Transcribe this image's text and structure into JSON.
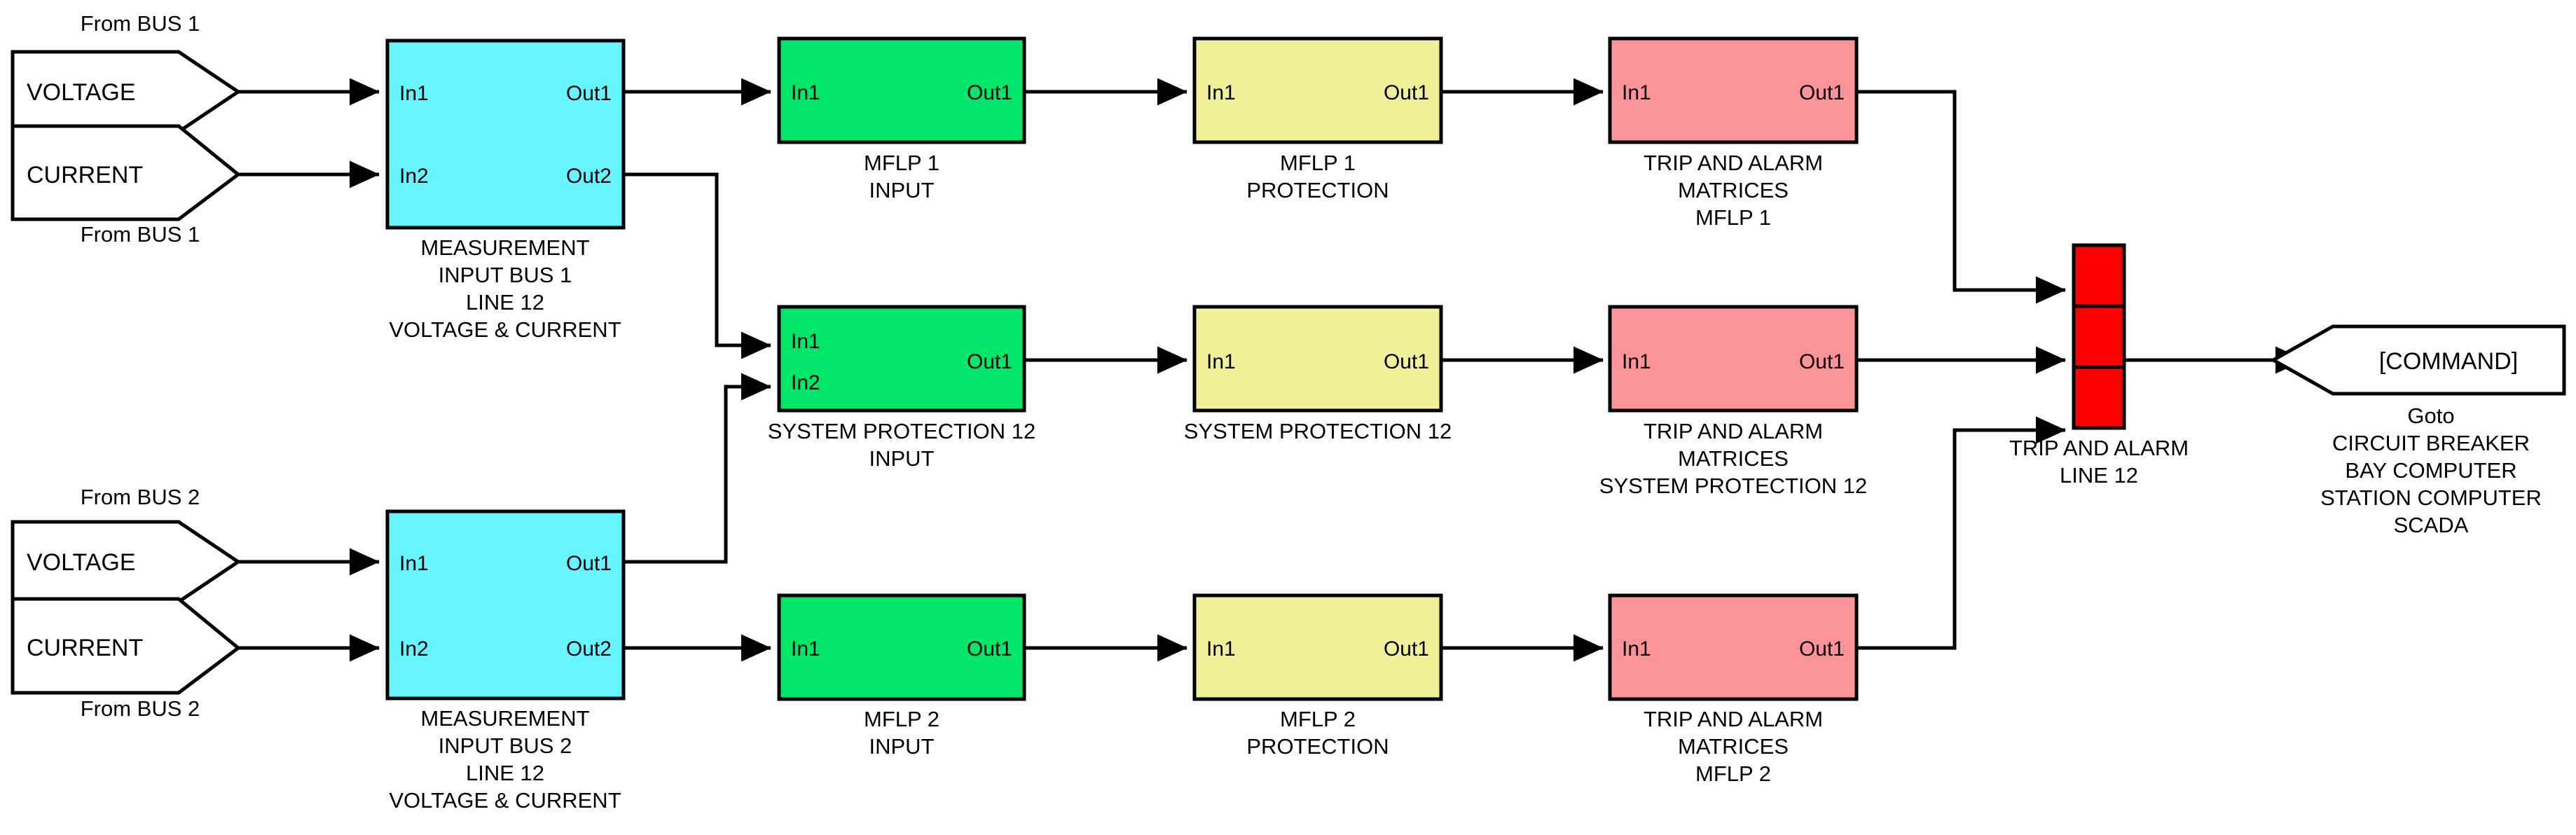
{
  "colors": {
    "measurement_block": "#66F4FF",
    "input_stage_block": "#00E668",
    "protection_block": "#F0F098",
    "trip_matrix_block": "#FB9398",
    "mux_block": "#FF0000",
    "outline": "#000000",
    "canvas": "#FFFFFF"
  },
  "ports": {
    "in1": "In1",
    "in2": "In2",
    "out1": "Out1",
    "out2": "Out2"
  },
  "sources": {
    "bus1": {
      "top_note": "From BUS 1",
      "bottom_note": "From  BUS 1",
      "voltage": "VOLTAGE",
      "current": "CURRENT"
    },
    "bus2": {
      "top_note": "From BUS 2",
      "bottom_note": "From  BUS 2",
      "voltage": "VOLTAGE",
      "current": "CURRENT"
    }
  },
  "blocks": {
    "measurement_bus1": {
      "caption": [
        "MEASUREMENT",
        "INPUT BUS 1",
        "LINE 12",
        "VOLTAGE & CURRENT"
      ],
      "inputs": [
        "In1",
        "In2"
      ],
      "outputs": [
        "Out1",
        "Out2"
      ]
    },
    "measurement_bus2": {
      "caption": [
        "MEASUREMENT",
        "INPUT BUS 2",
        "LINE 12",
        "VOLTAGE & CURRENT"
      ],
      "inputs": [
        "In1",
        "In2"
      ],
      "outputs": [
        "Out1",
        "Out2"
      ]
    },
    "mflp1_input": {
      "caption": [
        "MFLP 1",
        "INPUT"
      ],
      "inputs": [
        "In1"
      ],
      "outputs": [
        "Out1"
      ]
    },
    "mflp1_protection": {
      "caption": [
        "MFLP 1",
        "PROTECTION"
      ],
      "inputs": [
        "In1"
      ],
      "outputs": [
        "Out1"
      ]
    },
    "trip_mflp1": {
      "caption": [
        "TRIP AND ALARM",
        "MATRICES",
        "MFLP 1"
      ],
      "inputs": [
        "In1"
      ],
      "outputs": [
        "Out1"
      ]
    },
    "sysprot12_input": {
      "caption": [
        "SYSTEM PROTECTION 12",
        "INPUT"
      ],
      "inputs": [
        "In1",
        "In2"
      ],
      "outputs": [
        "Out1"
      ]
    },
    "sysprot12_protection": {
      "caption": [
        "SYSTEM PROTECTION 12"
      ],
      "inputs": [
        "In1"
      ],
      "outputs": [
        "Out1"
      ]
    },
    "trip_sysprot12": {
      "caption": [
        "TRIP AND ALARM",
        "MATRICES",
        "SYSTEM PROTECTION 12"
      ],
      "inputs": [
        "In1"
      ],
      "outputs": [
        "Out1"
      ]
    },
    "mflp2_input": {
      "caption": [
        "MFLP 2",
        "INPUT"
      ],
      "inputs": [
        "In1"
      ],
      "outputs": [
        "Out1"
      ]
    },
    "mflp2_protection": {
      "caption": [
        "MFLP 2",
        "PROTECTION"
      ],
      "inputs": [
        "In1"
      ],
      "outputs": [
        "Out1"
      ]
    },
    "trip_mflp2": {
      "caption": [
        "TRIP AND ALARM",
        "MATRICES",
        "MFLP 2"
      ],
      "inputs": [
        "In1"
      ],
      "outputs": [
        "Out1"
      ]
    },
    "mux_trip_alarm": {
      "caption": [
        "TRIP AND ALARM",
        "LINE 12"
      ],
      "segments": 3
    }
  },
  "goto": {
    "label": "[COMMAND]",
    "caption": [
      "Goto",
      "CIRCUIT BREAKER",
      "BAY COMPUTER",
      "STATION COMPUTER",
      "SCADA"
    ]
  }
}
